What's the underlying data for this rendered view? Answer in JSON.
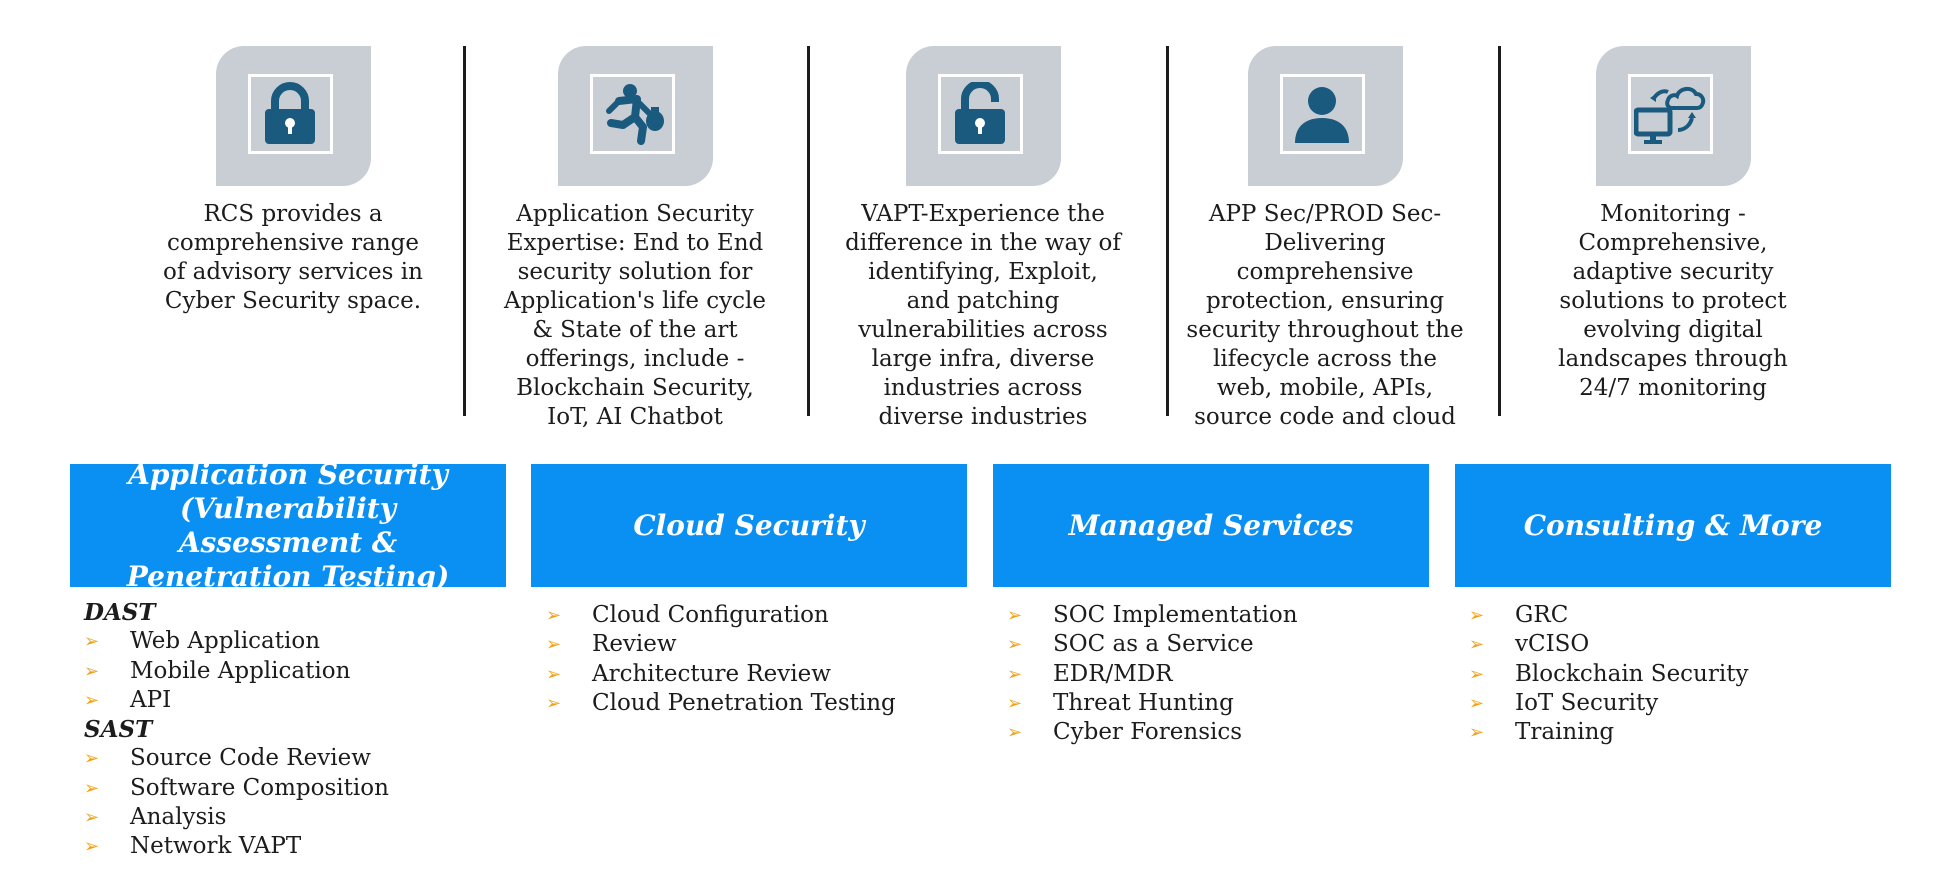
{
  "features": [
    {
      "icon": "padlock-closed-icon",
      "text": "RCS provides a comprehensive range of advisory services in Cyber Security space."
    },
    {
      "icon": "running-thief-icon",
      "text": "Application Security Expertise: End to End security solution for Application's life cycle & State of the art offerings, include - Blockchain Security, IoT, AI Chatbot"
    },
    {
      "icon": "padlock-open-icon",
      "text": "VAPT-Experience the difference in the way of identifying, Exploit, and patching vulnerabilities across large infra, diverse industries across diverse industries"
    },
    {
      "icon": "user-icon",
      "text": "APP Sec/PROD Sec- Delivering comprehensive protection, ensuring security throughout the lifecycle across the web, mobile, APIs, source code and cloud"
    },
    {
      "icon": "cloud-monitor-sync-icon",
      "text": "Monitoring - Comprehensive, adaptive security solutions to protect evolving digital landscapes through 24/7 monitoring"
    }
  ],
  "categories": [
    {
      "title": "Application Security (Vulnerability Assessment & Penetration Testing)",
      "groups": [
        {
          "heading": "DAST",
          "items": [
            "Web Application",
            "Mobile Application",
            "API"
          ]
        },
        {
          "heading": "SAST",
          "items": [
            "Source Code Review",
            "Software Composition",
            "Analysis",
            "Network VAPT"
          ]
        }
      ]
    },
    {
      "title": "Cloud Security",
      "items": [
        "Cloud Configuration",
        "Review",
        "Architecture Review",
        "Cloud Penetration Testing"
      ]
    },
    {
      "title": "Managed Services",
      "items": [
        "SOC Implementation",
        "SOC as a Service",
        "EDR/MDR",
        "Threat Hunting",
        "Cyber Forensics"
      ]
    },
    {
      "title": "Consulting & More",
      "items": [
        "GRC",
        "vCISO",
        "Blockchain Security",
        "IoT Security",
        "Training"
      ]
    }
  ],
  "bullet_glyph": "➢",
  "colors": {
    "header_blue": "#0a8ff2",
    "icon_tile_gray": "#c9ced4",
    "icon_blue": "#1a5a7e",
    "bullet_orange": "#f2a117"
  }
}
